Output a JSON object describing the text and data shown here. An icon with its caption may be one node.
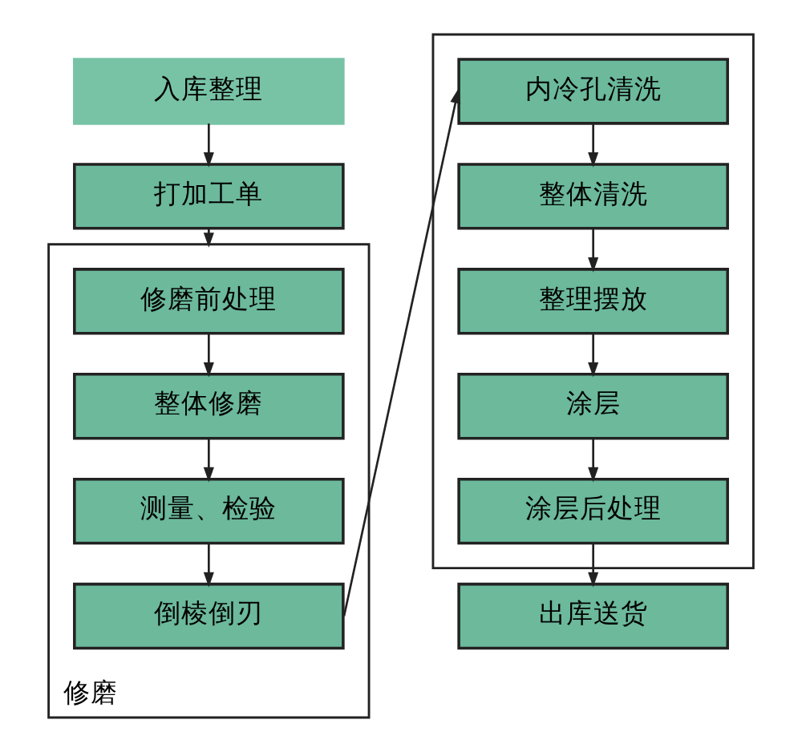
{
  "diagram": {
    "nodes": [
      {
        "text": [
          "入库整理"
        ]
      },
      {
        "text": [
          "打加工单"
        ]
      },
      {
        "text": [
          "修磨"
        ]
      },
      {
        "text": [
          "修磨前处理"
        ],
        "in": 2
      },
      {
        "text": [
          "整体修磨"
        ],
        "in": 2
      },
      {
        "text": [
          "测量、检验"
        ],
        "in": 2
      },
      {
        "text": [
          "倒棱倒刃"
        ],
        "in": 2
      },
      {
        "text": [],
        "shape": "box"
      },
      {
        "text": [
          "内冷孔清洗"
        ],
        "in": 7
      },
      {
        "text": [
          "整体清洗"
        ],
        "in": 7
      },
      {
        "text": [
          "整理摆放"
        ],
        "in": 7
      },
      {
        "text": [
          "涂层"
        ],
        "in": 7
      },
      {
        "text": [
          "涂层后处理"
        ],
        "in": 7
      },
      {
        "text": [
          "出库送货"
        ]
      }
    ],
    "edges": [
      {
        "from": 0,
        "to": 1,
        "arrow": "to"
      },
      {
        "from": 1,
        "to": 2,
        "arrow": "to"
      },
      {
        "from": 3,
        "to": 4,
        "arrow": "to"
      },
      {
        "from": 4,
        "to": 5,
        "arrow": "to"
      },
      {
        "from": 5,
        "to": 6,
        "arrow": "to"
      },
      {
        "from": 6,
        "to": 8,
        "arrow": "to"
      },
      {
        "from": 8,
        "to": 9,
        "arrow": "to"
      },
      {
        "from": 9,
        "to": 10,
        "arrow": "to"
      },
      {
        "from": 10,
        "to": 11,
        "arrow": "to"
      },
      {
        "from": 11,
        "to": 12,
        "arrow": "to"
      },
      {
        "from": 12,
        "to": 13,
        "arrow": "to"
      }
    ]
  }
}
